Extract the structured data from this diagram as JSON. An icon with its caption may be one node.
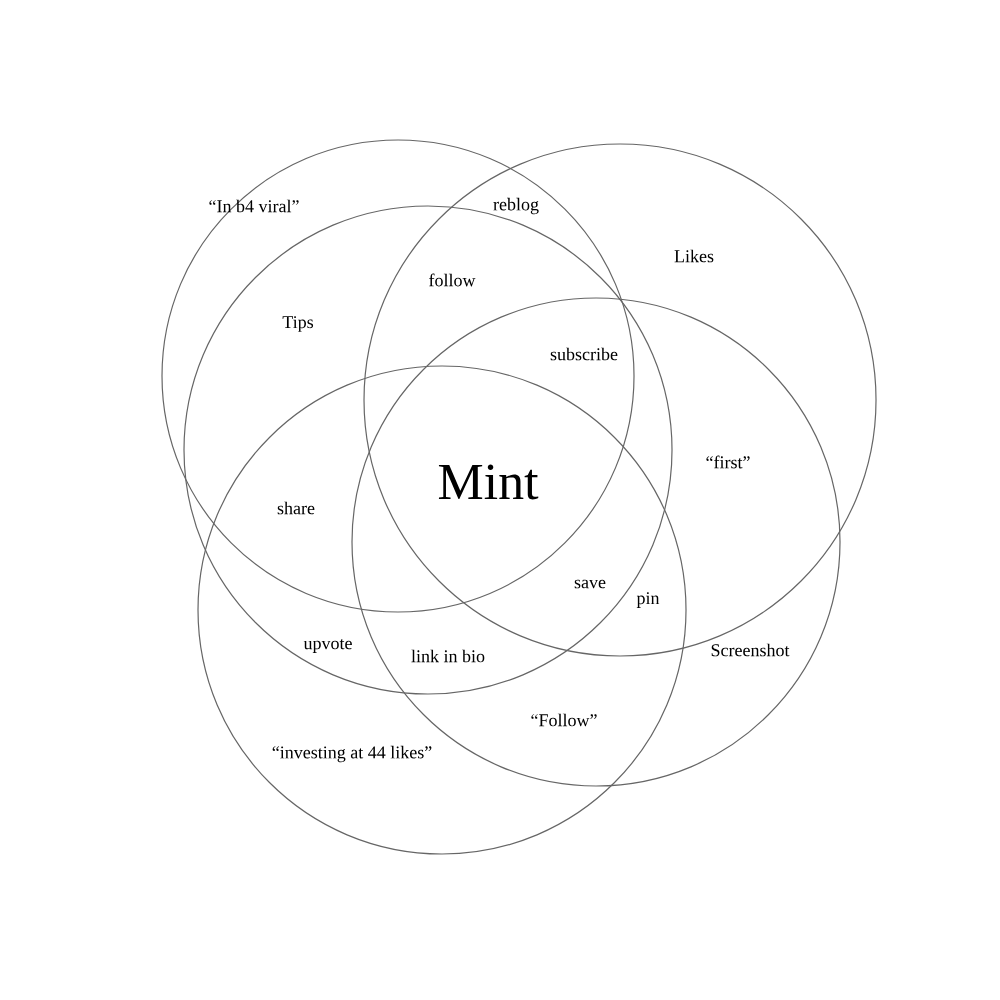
{
  "diagram": {
    "labels": [
      "“In b4 viral”",
      "reblog",
      "Likes",
      "follow",
      "Tips",
      "subscribe",
      "Mint",
      "“first”",
      "share",
      "save",
      "pin",
      "Screenshot",
      "upvote",
      "link in bio",
      "“Follow”",
      "“investing at 44 likes”"
    ]
  }
}
